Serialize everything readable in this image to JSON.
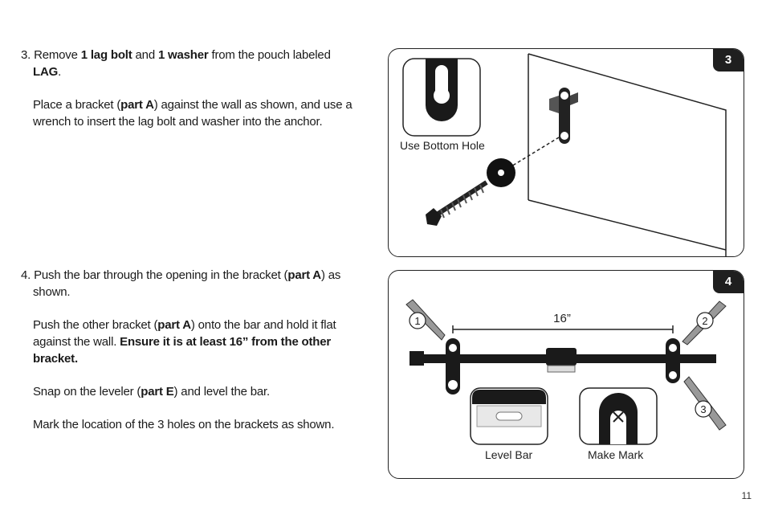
{
  "step3": {
    "number": "3.",
    "line1_pre": "Remove ",
    "line1_bold1": "1 lag bolt",
    "line1_mid": " and ",
    "line1_bold2": "1 washer",
    "line1_post": " from the pouch labeled",
    "line2_bold": "LAG",
    "line2_post": ".",
    "para2_pre": "Place a bracket (",
    "para2_bold": "part A",
    "para2_post": ") against the wall as shown, and use a wrench to insert the lag bolt and washer into the anchor."
  },
  "step4": {
    "number": "4.",
    "p1_pre": "Push the bar through the opening in the bracket (",
    "p1_bold": "part A",
    "p1_post": ") as shown.",
    "p2_pre": "Push the other bracket (",
    "p2_bold": "part A",
    "p2_mid": ") onto the bar and hold it flat against the wall. ",
    "p2_bold2": "Ensure it is at least 16” from the other bracket.",
    "p3_pre": "Snap on the leveler (",
    "p3_bold": "part E",
    "p3_post": ") and level the bar.",
    "p4": "Mark the location of the 3 holes on the brackets as shown."
  },
  "figure3": {
    "badge": "3",
    "caption": "Use Bottom Hole"
  },
  "figure4": {
    "badge": "4",
    "dimension": "16”",
    "callout1": "1",
    "callout2": "2",
    "callout3": "3",
    "caption_left": "Level Bar",
    "caption_right": "Make Mark"
  },
  "page_number": "11"
}
